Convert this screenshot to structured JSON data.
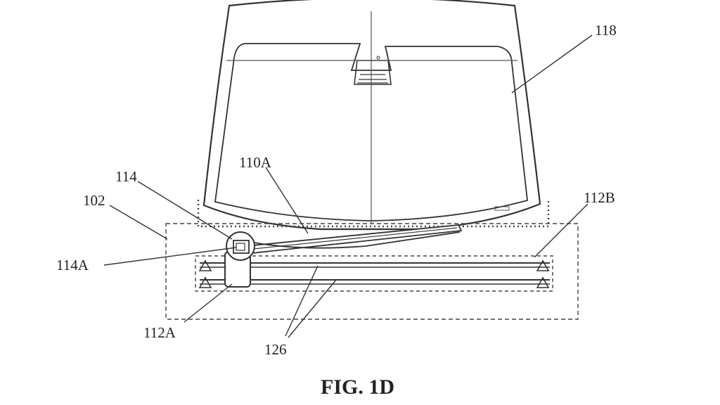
{
  "figure": {
    "caption": "FIG. 1D",
    "labels": {
      "windshield": "118",
      "wiper_blade": "110A",
      "pivot": "114",
      "assembly": "102",
      "pivot_cap": "114A",
      "right_support": "112B",
      "left_support": "112A",
      "rails": "126"
    },
    "line_color": "#333333"
  }
}
